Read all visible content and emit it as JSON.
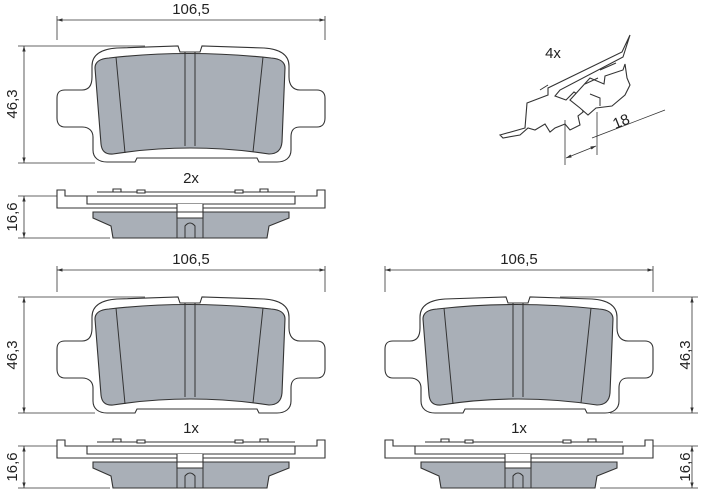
{
  "drawing": {
    "pads": [
      {
        "width_label": "106,5",
        "height_label": "46,3",
        "thickness_label": "16,6",
        "quantity": "2x"
      },
      {
        "width_label": "106,5",
        "height_label": "46,3",
        "thickness_label": "16,6",
        "quantity": "1x"
      },
      {
        "width_label": "106,5",
        "height_label": "46,3",
        "thickness_label": "16,6",
        "quantity": "1x"
      }
    ],
    "clip": {
      "quantity": "4x",
      "dimension_label": "18"
    },
    "colors": {
      "friction_material": "#a9afb7",
      "line": "#333333"
    }
  }
}
